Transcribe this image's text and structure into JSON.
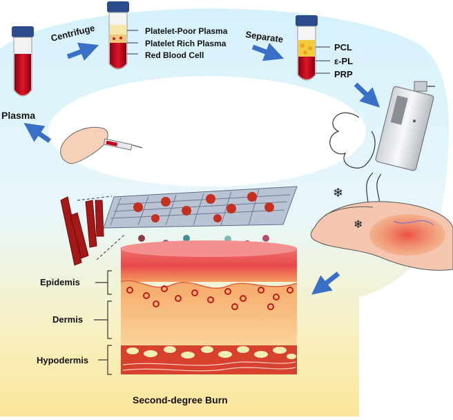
{
  "labels": {
    "plasma": "Plasma",
    "centrifuge": "Centrifuge",
    "separate": "Separate",
    "platelet_poor": "Platelet-Poor Plasma",
    "platelet_rich": "Platelet Rich Plasma",
    "red_blood_cell": "Red Blood Cell",
    "pcl": "PCL",
    "epl": "ε-PL",
    "prp": "PRP",
    "epidermis": "Epidemis",
    "dermis": "Dermis",
    "hypodermis": "Hypodermis",
    "title": "Second-degree Burn"
  },
  "colors": {
    "background_top": "#dff4fb",
    "background_bottom": "#fbe9a0",
    "arrow": "#3a6fc8",
    "blood": "#c4001a",
    "tube_cap": "#2c4a8e",
    "skin_epidermis": "#e85050",
    "skin_dermis": "#f6b07a",
    "skin_hypodermis": "#d94535",
    "fat_cell": "#f4eeb4"
  },
  "icons": [
    "blood-tube",
    "centrifuged-tube",
    "prp-tube",
    "syringe-arm",
    "electrospinning-device",
    "burned-hand",
    "fiber-scaffold",
    "blood-vessels",
    "skin-cross-section"
  ]
}
